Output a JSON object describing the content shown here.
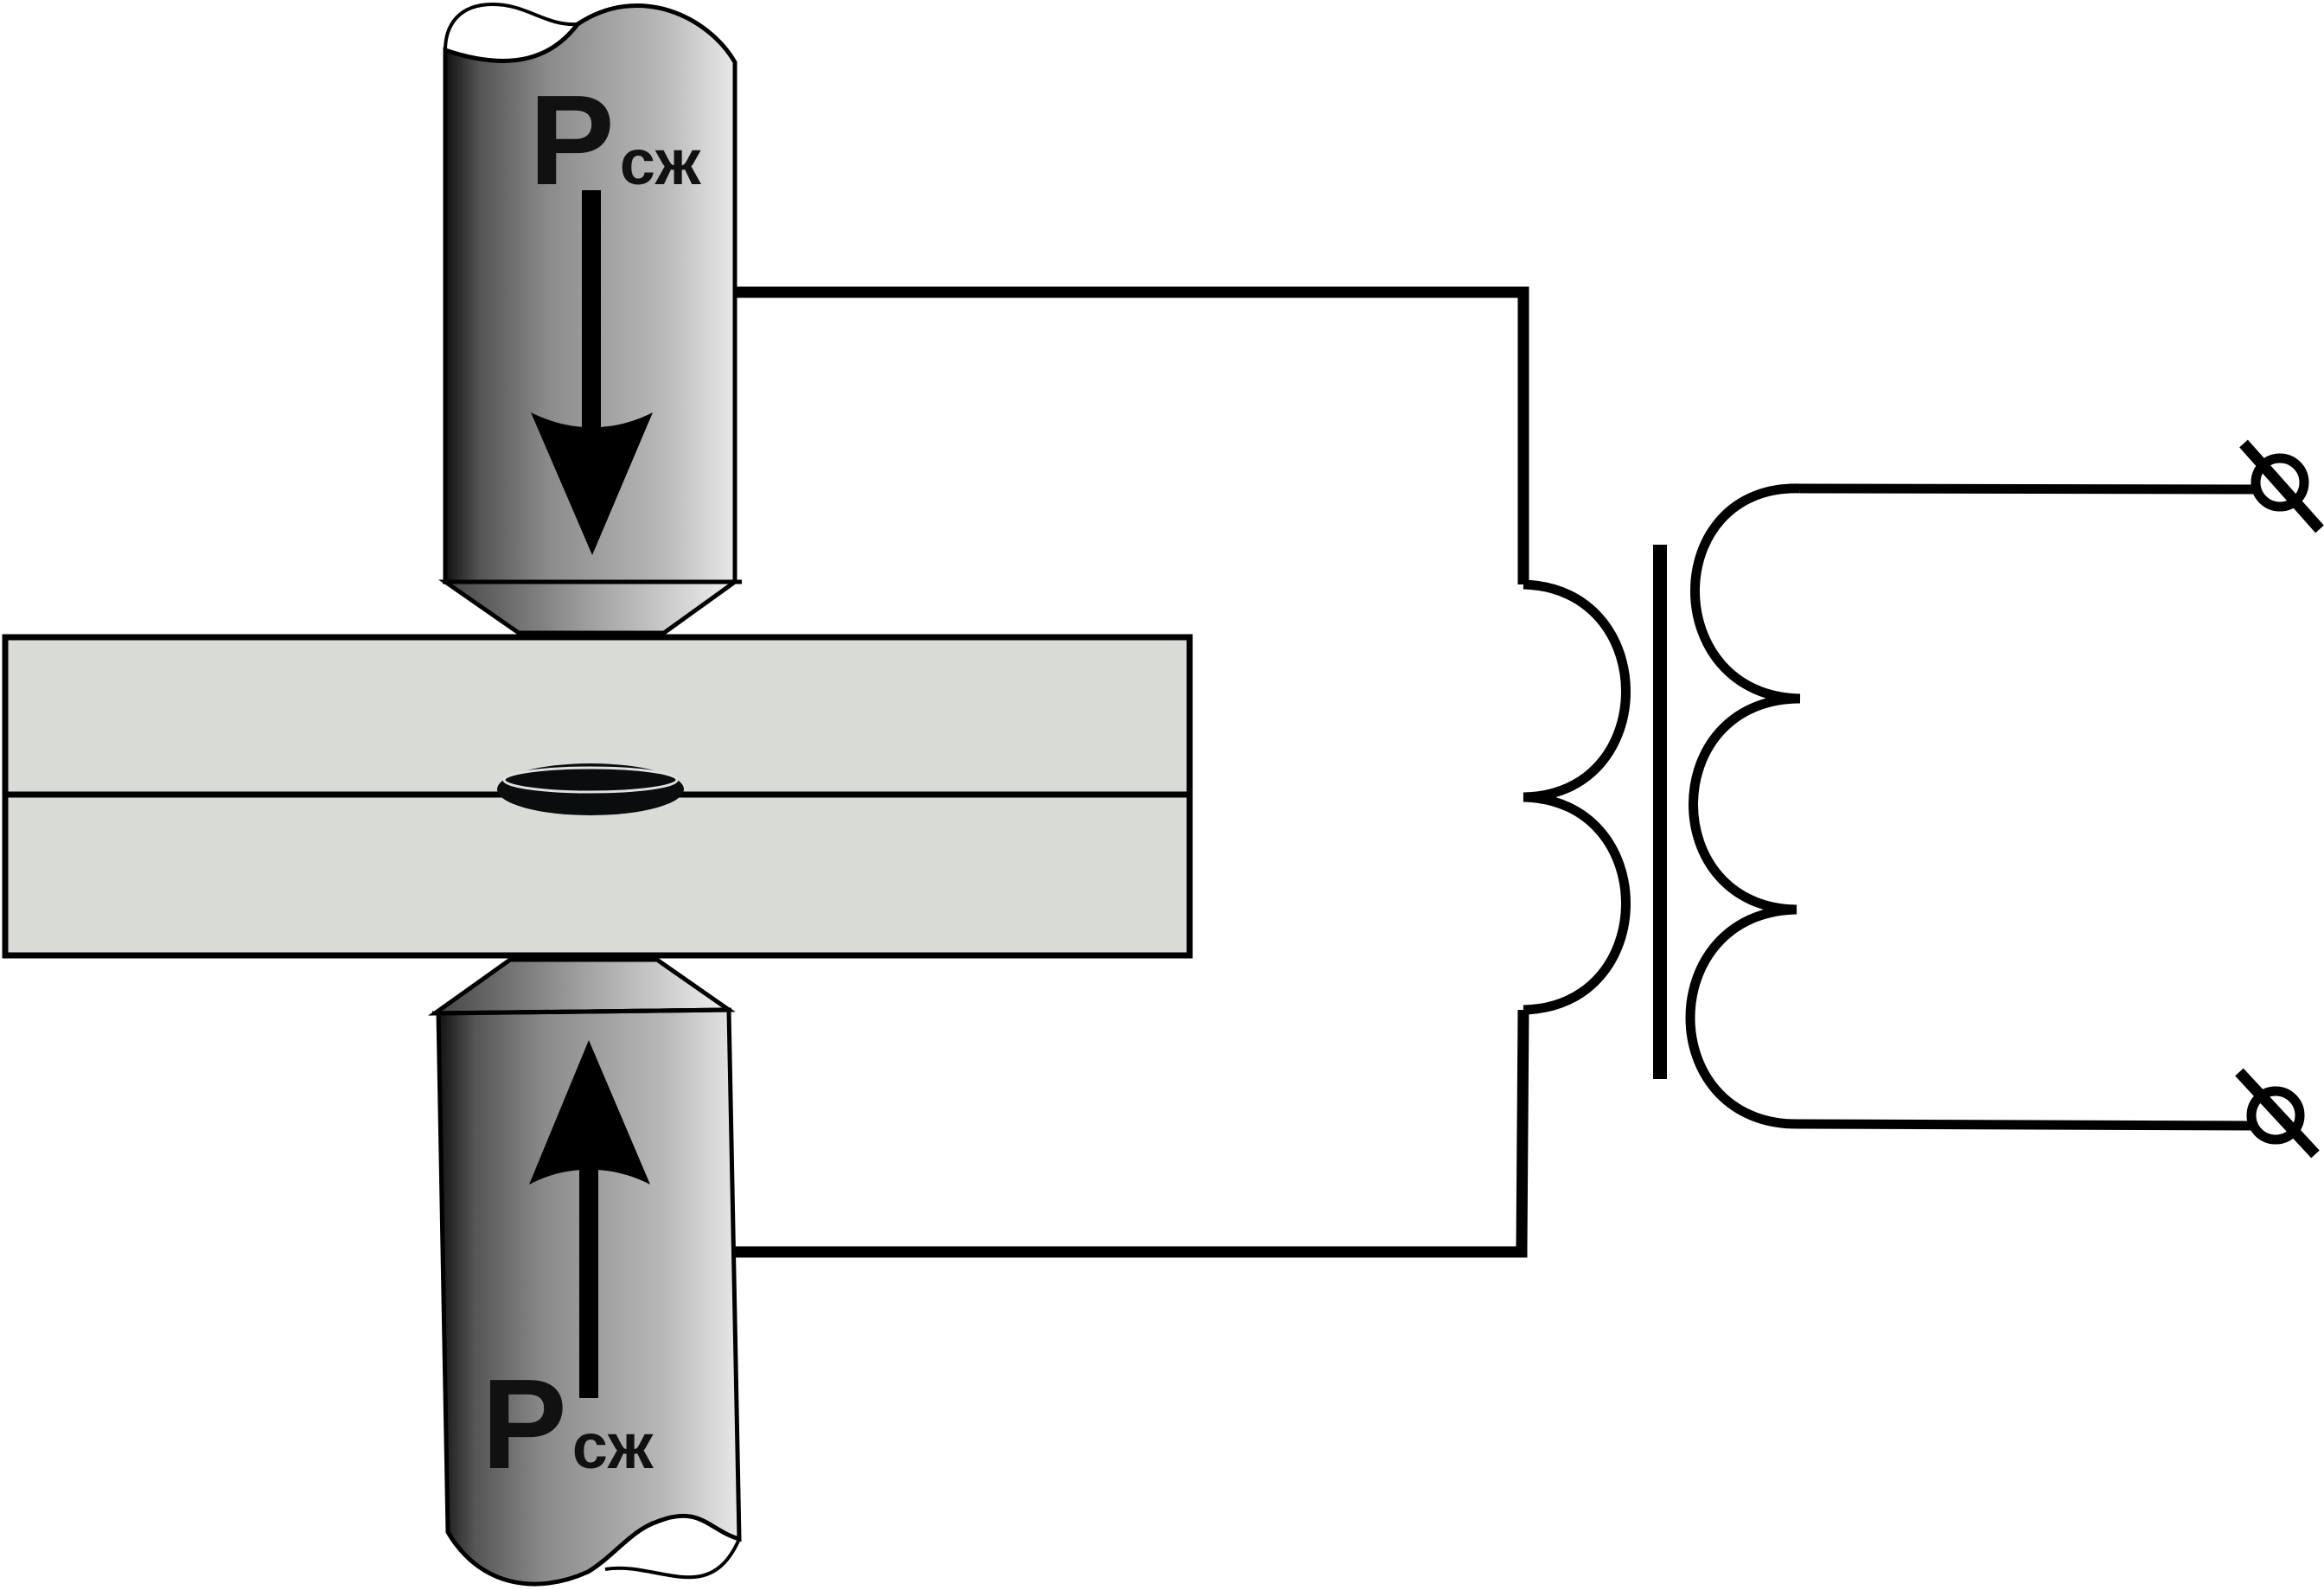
{
  "diagram": {
    "labels": {
      "force_top": {
        "main": "P",
        "sub": "сж"
      },
      "force_bottom": {
        "main": "P",
        "sub": "сж"
      }
    },
    "colors": {
      "line": "#000000",
      "sheet_fill": "#d9dcd6",
      "weld_nugget": "#0a0d0e",
      "electrode_dark": "#111111",
      "electrode_mid": "#8a8a8a",
      "electrode_light": "#e8e8e8",
      "background": "#ffffff"
    },
    "icons": {
      "terminals": [
        "terminal-symbol-icon",
        "terminal-symbol-icon"
      ],
      "arrows": [
        "arrow-down-icon",
        "arrow-up-icon"
      ]
    }
  }
}
